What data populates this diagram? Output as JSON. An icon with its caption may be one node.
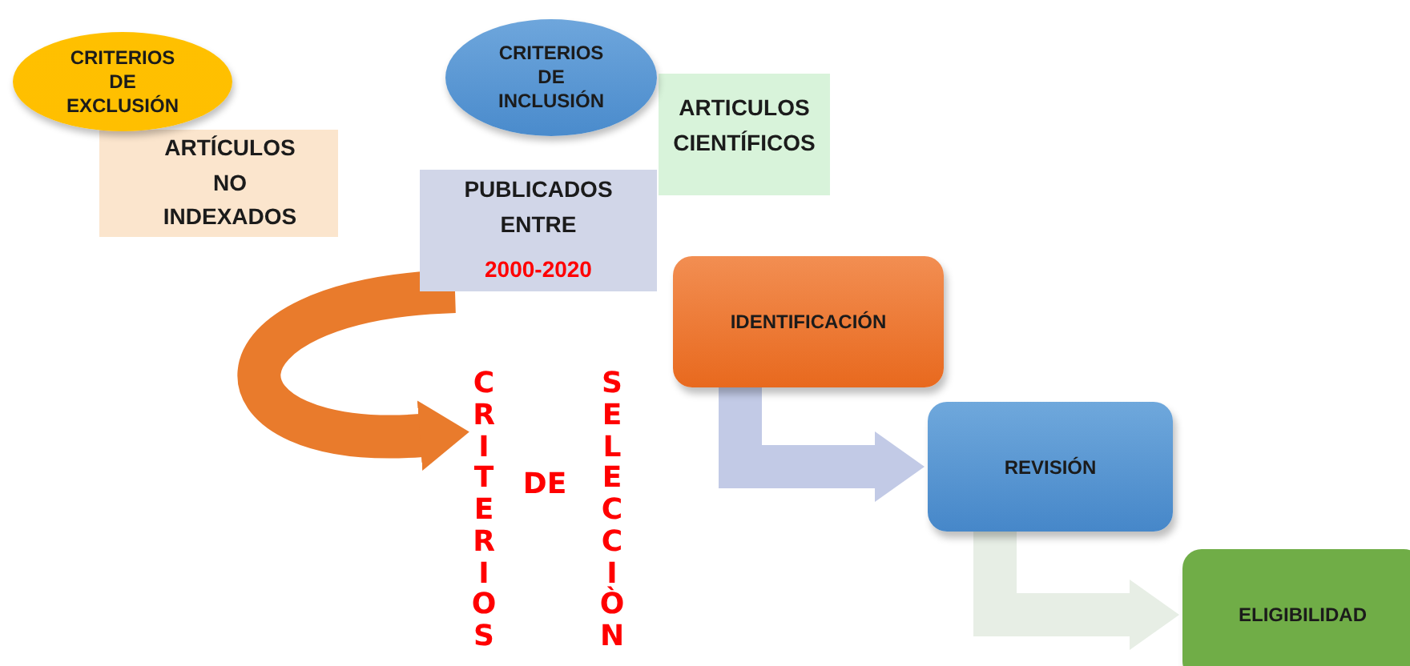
{
  "diagram": {
    "nodes": [
      {
        "text": [
          "CRITERIOS DE EXCLUSIÓN"
        ]
      },
      {
        "text": [
          "ARTÍCULOS NO INDEXADOS"
        ]
      },
      {
        "text": [
          "CRITERIOS DE INCLUSIÓN"
        ]
      },
      {
        "text": [
          "ARTICULOS CIENTÍFICOS"
        ]
      },
      {
        "text": [
          "PUBLICADOS ENTRE",
          "2000-2020"
        ]
      },
      {
        "text": [
          "CRITERIOS"
        ]
      },
      {
        "text": [
          "DE"
        ]
      },
      {
        "text": [
          "SELECCIÒN"
        ]
      },
      {
        "text": [
          "IDENTIFICACIÓN"
        ]
      },
      {
        "text": [
          "REVISIÓN"
        ]
      },
      {
        "text": [
          "ELIGIBILIDAD"
        ]
      }
    ],
    "edges": [
      {
        "from": 4,
        "to": 5,
        "arrow": "to",
        "color": "#e97b2c"
      },
      {
        "from": 8,
        "to": 9,
        "arrow": "to",
        "color": "#c2cae6"
      },
      {
        "from": 9,
        "to": 10,
        "arrow": "to",
        "color": "#e7eee5"
      }
    ]
  }
}
